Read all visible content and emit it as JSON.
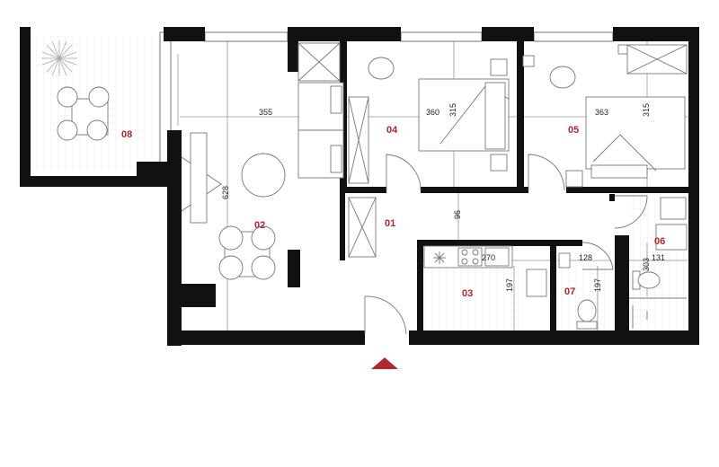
{
  "rooms": [
    {
      "id": "08"
    },
    {
      "id": "02"
    },
    {
      "id": "04"
    },
    {
      "id": "05"
    },
    {
      "id": "01"
    },
    {
      "id": "03"
    },
    {
      "id": "07"
    },
    {
      "id": "06"
    }
  ],
  "dimensions": [
    "355",
    "360",
    "315",
    "363",
    "315",
    "628",
    "96",
    "270",
    "128",
    "303",
    "131",
    "197",
    "197"
  ],
  "colors": {
    "accent": "#b3262c",
    "wall": "#111111",
    "grid": "#e2e2e2"
  },
  "entrance_marker": "triangle"
}
